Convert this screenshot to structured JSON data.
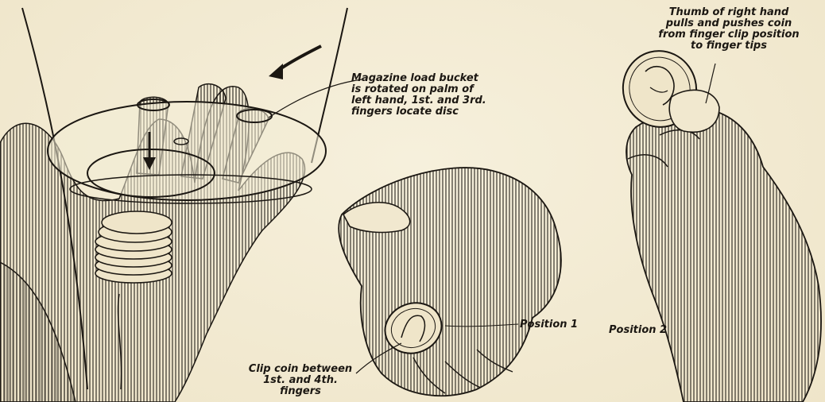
{
  "captions": {
    "magazine": [
      "Magazine load bucket",
      "is rotated on palm of",
      "left hand, 1st. and 3rd.",
      "fingers locate disc"
    ],
    "thumb": [
      "Thumb of right hand",
      "pulls and pushes coin",
      "from finger clip position",
      "to finger tips"
    ],
    "clip": [
      "Clip coin between",
      "1st. and 4th.",
      "fingers"
    ],
    "position1": "Position 1",
    "position2": "Position 2"
  },
  "colors": {
    "paper": "#f3ecd6",
    "ink": "#1b1712"
  }
}
